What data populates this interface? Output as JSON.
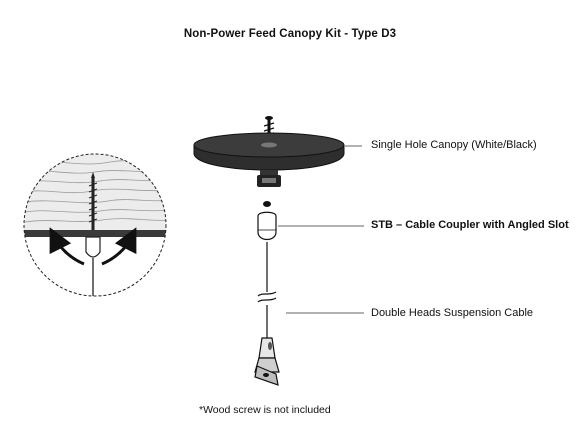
{
  "title": "Non-Power Feed Canopy Kit - Type D3",
  "labels": {
    "canopy": "Single Hole Canopy (White/Black)",
    "coupler": "STB – Cable Coupler with Angled Slot",
    "cable": "Double Heads Suspension Cable"
  },
  "footnote": "*Wood screw is not included",
  "colors": {
    "canopy": "#2f2f2f",
    "line": "#1a1a1a",
    "wood": "#eaeaea"
  },
  "icons": {
    "detail": "ceiling-mount-detail-icon",
    "arrows": "rotation-arrows-icon"
  }
}
